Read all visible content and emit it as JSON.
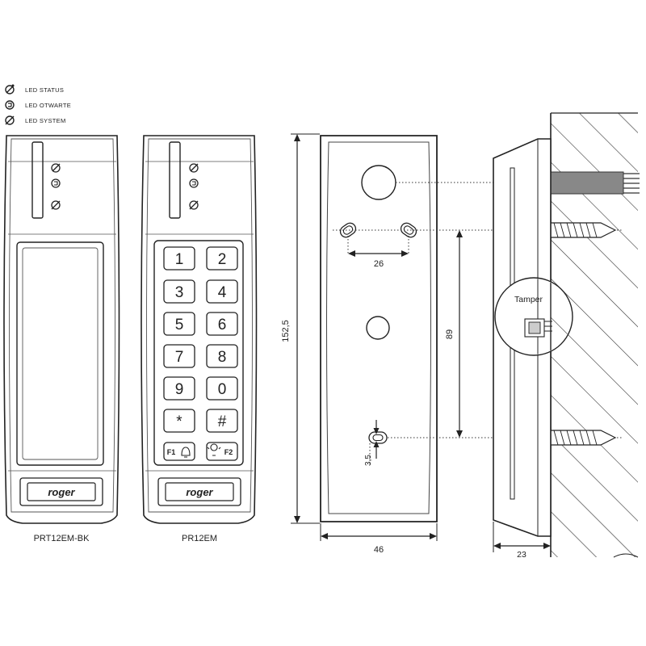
{
  "legend": {
    "items": [
      {
        "icon": "led-status-icon",
        "label": "LED STATUS"
      },
      {
        "icon": "led-open-icon",
        "label": "LED OTWARTE"
      },
      {
        "icon": "led-system-icon",
        "label": "LED SYSTEM"
      }
    ]
  },
  "devices": {
    "left": {
      "model": "PRT12EM-BK",
      "brand": "roger"
    },
    "keypad": {
      "model": "PR12EM",
      "brand": "roger",
      "keys": [
        "1",
        "2",
        "3",
        "4",
        "5",
        "6",
        "7",
        "8",
        "9",
        "0",
        "*",
        "#"
      ],
      "function_keys": [
        "F1",
        "F2"
      ]
    }
  },
  "dimensions": {
    "height": "152,5",
    "width": "46",
    "hole_spacing": "26",
    "vertical_spacing": "89",
    "offset": "3,5",
    "depth": "23",
    "tamper": "Tamper"
  }
}
